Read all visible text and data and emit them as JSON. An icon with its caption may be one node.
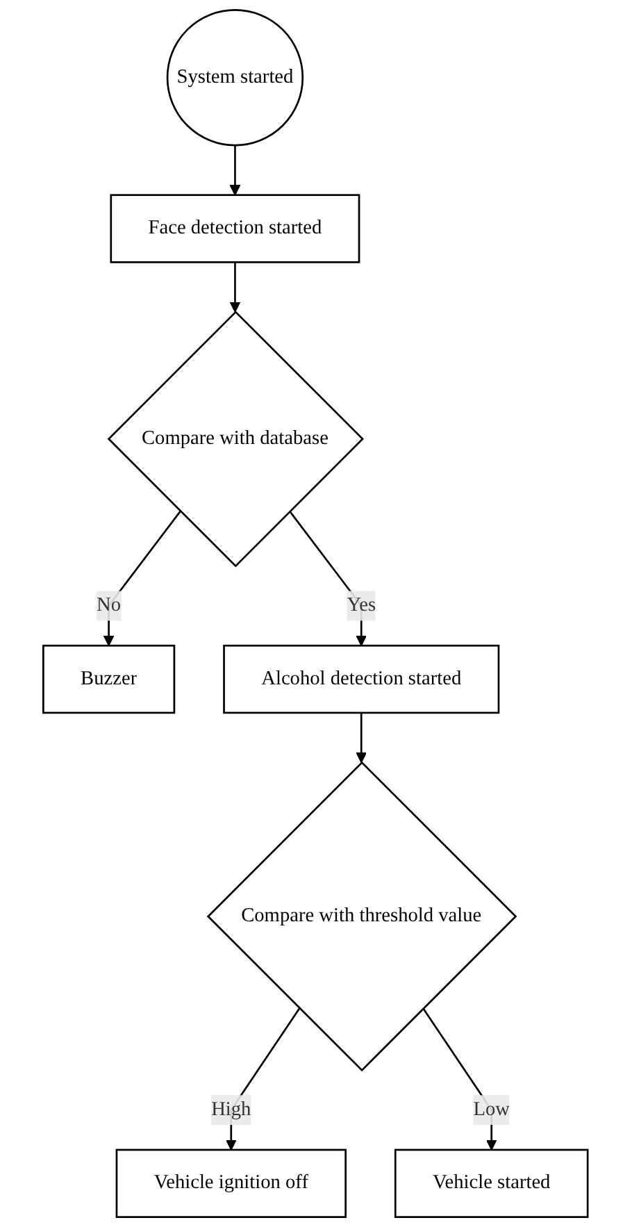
{
  "diagram": {
    "nodes": [
      {
        "text": [
          "System started"
        ]
      },
      {
        "text": [
          "Face detection started"
        ]
      },
      {
        "text": [
          "Compare with database"
        ]
      },
      {
        "text": [
          "Buzzer"
        ]
      },
      {
        "text": [
          "Alcohol detection started"
        ]
      },
      {
        "text": [
          "Compare with threshold value"
        ]
      },
      {
        "text": [
          "Vehicle ignition off"
        ]
      },
      {
        "text": [
          "Vehicle started"
        ]
      }
    ],
    "edges": [
      {
        "from": 0,
        "to": 1,
        "arrow": "to"
      },
      {
        "from": 1,
        "to": 2,
        "arrow": "to"
      },
      {
        "from": 2,
        "to": 3,
        "arrow": "to",
        "label": "No"
      },
      {
        "from": 2,
        "to": 4,
        "arrow": "to",
        "label": "Yes"
      },
      {
        "from": 4,
        "to": 5,
        "arrow": "to"
      },
      {
        "from": 5,
        "to": 6,
        "arrow": "to",
        "label": "High"
      },
      {
        "from": 5,
        "to": 7,
        "arrow": "to",
        "label": "Low"
      }
    ]
  }
}
